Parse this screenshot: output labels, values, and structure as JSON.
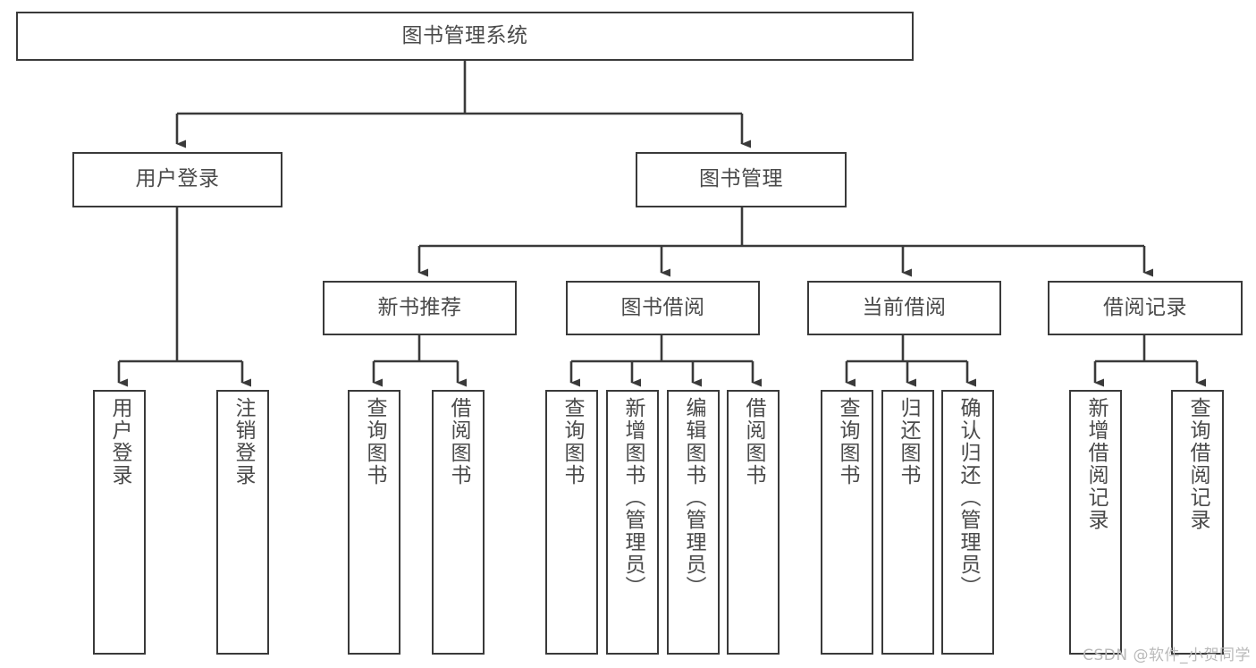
{
  "diagram": {
    "type": "tree-hierarchy",
    "title": "图书管理系统",
    "watermark": "CSDN @软件_小贺同学",
    "colors": {
      "background": "#ffffff",
      "box_border": "#3a3a3a",
      "box_fill": "#ffffff",
      "text": "#4a4a4a",
      "edge": "#3a3a3a",
      "watermark": "#b9b9b9"
    },
    "nodes": {
      "root": {
        "label": "图书管理系统",
        "orientation": "horizontal"
      },
      "level2": [
        {
          "id": "user-login",
          "label": "用户登录",
          "orientation": "horizontal"
        },
        {
          "id": "book-management",
          "label": "图书管理",
          "orientation": "horizontal"
        }
      ],
      "level3": [
        {
          "id": "new-book-recommend",
          "label": "新书推荐",
          "orientation": "horizontal"
        },
        {
          "id": "book-borrow",
          "label": "图书借阅",
          "orientation": "horizontal"
        },
        {
          "id": "current-borrow",
          "label": "当前借阅",
          "orientation": "horizontal"
        },
        {
          "id": "borrow-record",
          "label": "借阅记录",
          "orientation": "horizontal"
        }
      ],
      "leaves": [
        {
          "id": "leaf-user-login",
          "parent": "user-login",
          "label": "用户登录",
          "orientation": "vertical"
        },
        {
          "id": "leaf-user-logout",
          "parent": "user-login",
          "label": "注销登录",
          "orientation": "vertical"
        },
        {
          "id": "leaf-query-book-1",
          "parent": "new-book-recommend",
          "label": "查询图书",
          "orientation": "vertical"
        },
        {
          "id": "leaf-borrow-book-1",
          "parent": "new-book-recommend",
          "label": "借阅图书",
          "orientation": "vertical"
        },
        {
          "id": "leaf-query-book-2",
          "parent": "book-borrow",
          "label": "查询图书",
          "orientation": "vertical"
        },
        {
          "id": "leaf-add-book",
          "parent": "book-borrow",
          "label": "新增图书（管理员）",
          "orientation": "vertical"
        },
        {
          "id": "leaf-edit-book",
          "parent": "book-borrow",
          "label": "编辑图书（管理员）",
          "orientation": "vertical"
        },
        {
          "id": "leaf-borrow-book-2",
          "parent": "book-borrow",
          "label": "借阅图书",
          "orientation": "vertical"
        },
        {
          "id": "leaf-query-book-3",
          "parent": "current-borrow",
          "label": "查询图书",
          "orientation": "vertical"
        },
        {
          "id": "leaf-return-book",
          "parent": "current-borrow",
          "label": "归还图书",
          "orientation": "vertical"
        },
        {
          "id": "leaf-confirm-return",
          "parent": "current-borrow",
          "label": "确认归还（管理员）",
          "orientation": "vertical"
        },
        {
          "id": "leaf-add-record",
          "parent": "borrow-record",
          "label": "新增借阅记录",
          "orientation": "vertical"
        },
        {
          "id": "leaf-query-record",
          "parent": "borrow-record",
          "label": "查询借阅记录",
          "orientation": "vertical"
        }
      ]
    }
  }
}
